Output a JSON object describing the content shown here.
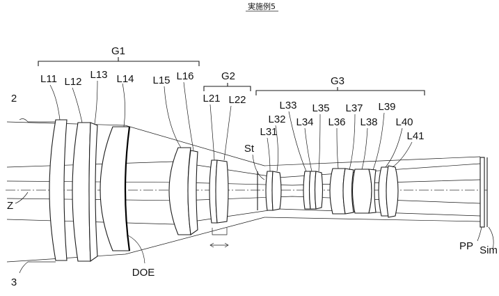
{
  "title": "実施例5",
  "groups": {
    "g1": "G1",
    "g2": "G2",
    "g3": "G3"
  },
  "lenses": {
    "l11": "L11",
    "l12": "L12",
    "l13": "L13",
    "l14": "L14",
    "l15": "L15",
    "l16": "L16",
    "l21": "L21",
    "l22": "L22",
    "l31": "L31",
    "l32": "L32",
    "l33": "L33",
    "l34": "L34",
    "l35": "L35",
    "l36": "L36",
    "l37": "L37",
    "l38": "L38",
    "l39": "L39",
    "l40": "L40",
    "l41": "L41"
  },
  "labels": {
    "stop": "St",
    "doe": "DOE",
    "axis": "Z",
    "ray_upper": "2",
    "ray_lower": "3",
    "prism": "PP",
    "image_plane": "Sim"
  }
}
